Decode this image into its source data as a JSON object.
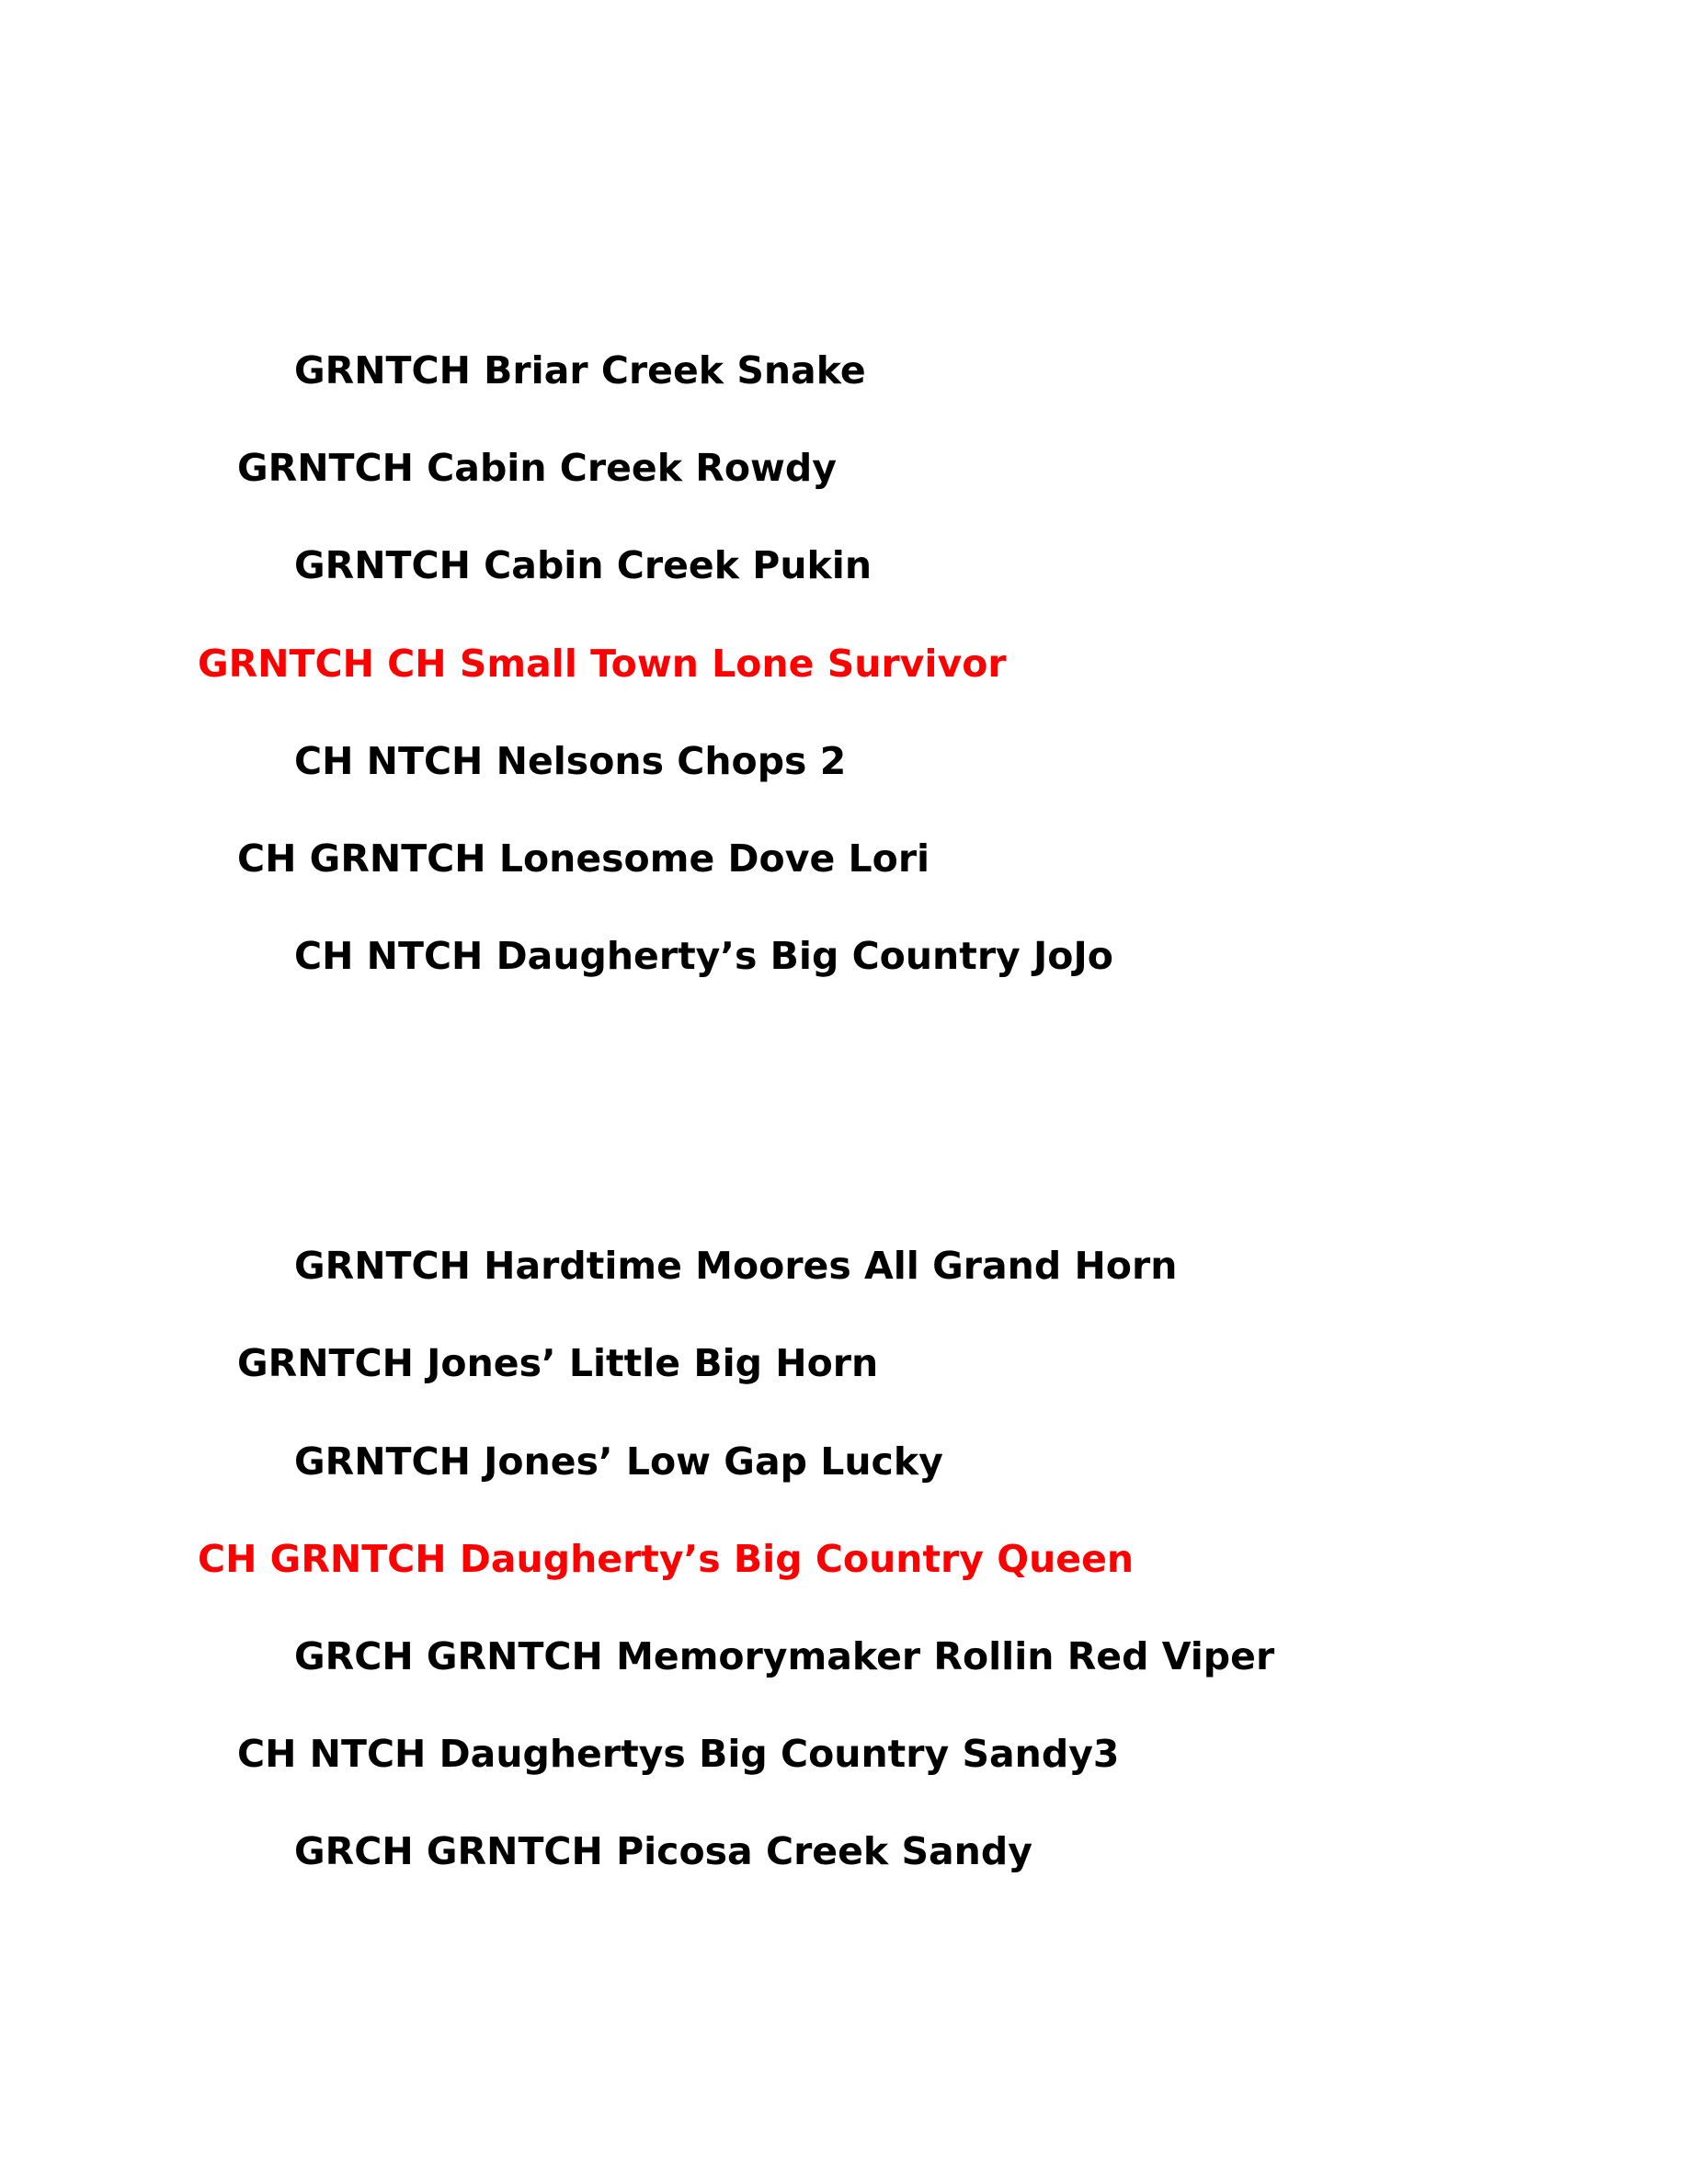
{
  "colors": {
    "text": "#000000",
    "highlight": "#ff0000"
  },
  "pedigrees": [
    {
      "sire_sire": "GRNTCH Briar Creek Snake",
      "sire": "GRNTCH Cabin Creek Rowdy",
      "sire_dam": "GRNTCH Cabin Creek Pukin",
      "subject": "GRNTCH CH Small Town Lone Survivor",
      "dam_sire": "CH NTCH Nelsons Chops 2",
      "dam": "CH GRNTCH Lonesome Dove Lori",
      "dam_dam": "CH NTCH Daugherty’s Big Country JoJo"
    },
    {
      "sire_sire": "GRNTCH Hardtime Moores All Grand Horn",
      "sire": "GRNTCH Jones’ Little Big Horn",
      "sire_dam": "GRNTCH Jones’ Low Gap Lucky",
      "subject": "CH GRNTCH Daugherty’s Big Country Queen",
      "dam_sire": "GRCH GRNTCH Memorymaker Rollin Red Viper",
      "dam": "CH NTCH Daughertys Big Country Sandy3",
      "dam_dam": "GRCH GRNTCH Picosa Creek Sandy"
    }
  ]
}
